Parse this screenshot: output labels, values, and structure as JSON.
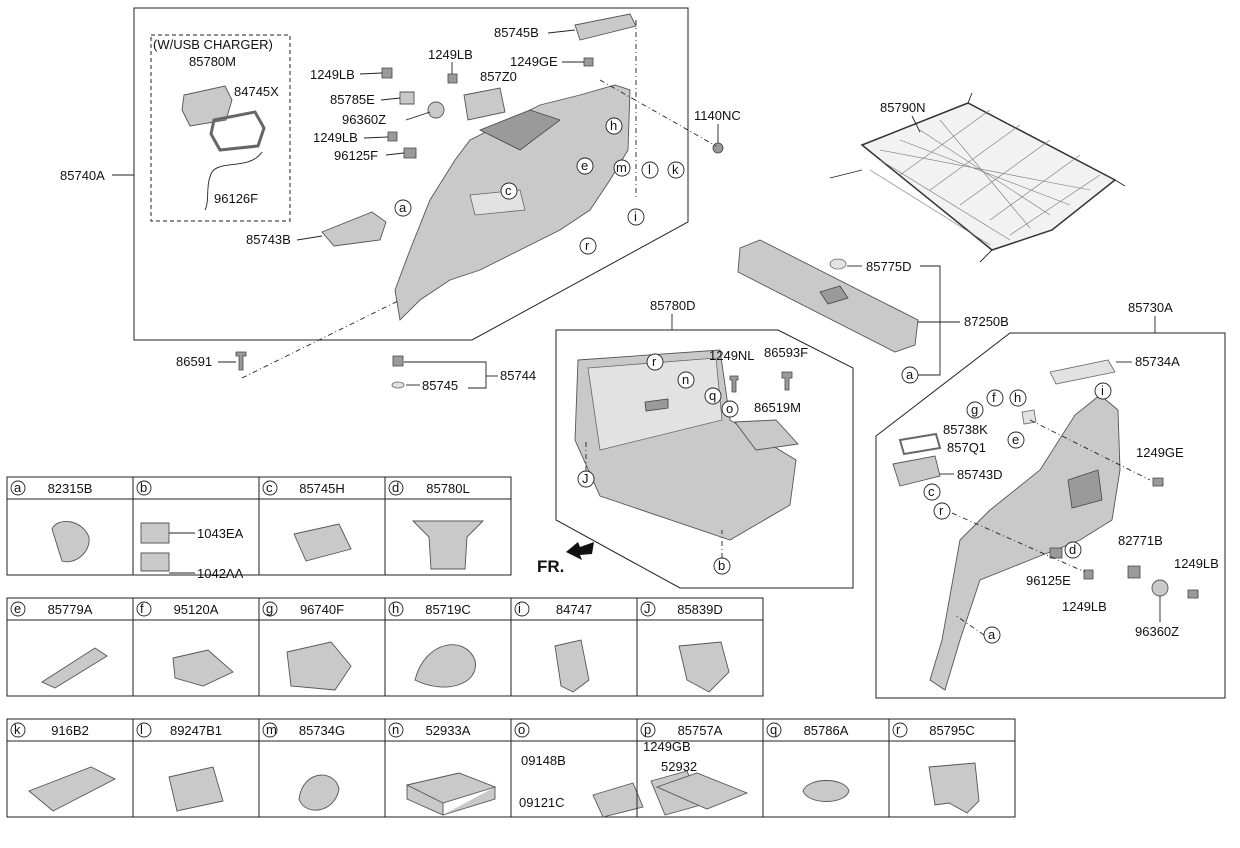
{
  "callouts": {
    "usb_group_title": "(W/USB CHARGER)",
    "p85780M": "85780M",
    "p84745X": "84745X",
    "p96126F": "96126F",
    "p85740A": "85740A",
    "p85743B": "85743B",
    "p1249LB_a": "1249LB",
    "p1249LB_b": "1249LB",
    "p1249LB_c": "1249LB",
    "p85785E": "85785E",
    "p96360Z_a": "96360Z",
    "p96125F": "96125F",
    "p857Z0": "857Z0",
    "p85745B": "85745B",
    "p1249GE_a": "1249GE",
    "p1140NC": "1140NC",
    "p86591": "86591",
    "p85745": "85745",
    "p85744": "85744",
    "p85790N": "85790N",
    "p85775D": "85775D",
    "p87250B": "87250B",
    "p85780D": "85780D",
    "p1249NL": "1249NL",
    "p86593F": "86593F",
    "p86519M": "86519M",
    "p85730A": "85730A",
    "p85734A": "85734A",
    "p85738K": "85738K",
    "p857Q1": "857Q1",
    "p85743D": "85743D",
    "p1249GE_b": "1249GE",
    "p82771B": "82771B",
    "p1249LB_d": "1249LB",
    "p1249LB_e": "1249LB",
    "p96125E": "96125E",
    "p96360Z_b": "96360Z",
    "fr": "FR."
  },
  "letters": {
    "a": "a",
    "b": "b",
    "c": "c",
    "d": "d",
    "e": "e",
    "f": "f",
    "g": "g",
    "h": "h",
    "i": "i",
    "j": "J",
    "k": "k",
    "l": "l",
    "m": "m",
    "n": "n",
    "o": "o",
    "r": "r",
    "q": "q"
  },
  "legend": [
    {
      "letter": "a",
      "part": "82315B"
    },
    {
      "letter": "b",
      "part": ""
    },
    {
      "letter": "c",
      "part": "85745H"
    },
    {
      "letter": "d",
      "part": "85780L"
    },
    {
      "letter": "e",
      "part": "85779A"
    },
    {
      "letter": "f",
      "part": "95120A"
    },
    {
      "letter": "g",
      "part": "96740F"
    },
    {
      "letter": "h",
      "part": "85719C"
    },
    {
      "letter": "i",
      "part": "84747"
    },
    {
      "letter": "J",
      "part": "85839D"
    },
    {
      "letter": "k",
      "part": "916B2"
    },
    {
      "letter": "l",
      "part": "89247B1"
    },
    {
      "letter": "m",
      "part": "85734G"
    },
    {
      "letter": "n",
      "part": "52933A"
    },
    {
      "letter": "o",
      "part": ""
    },
    {
      "letter": "p",
      "part": "85757A"
    },
    {
      "letter": "q",
      "part": "85786A"
    },
    {
      "letter": "r",
      "part": "85795C"
    }
  ],
  "legend_sub": {
    "b1": "1043EA",
    "b2": "1042AA",
    "o1": "09148B",
    "o2": "1249GB",
    "o3": "52932",
    "o4": "09121C"
  }
}
